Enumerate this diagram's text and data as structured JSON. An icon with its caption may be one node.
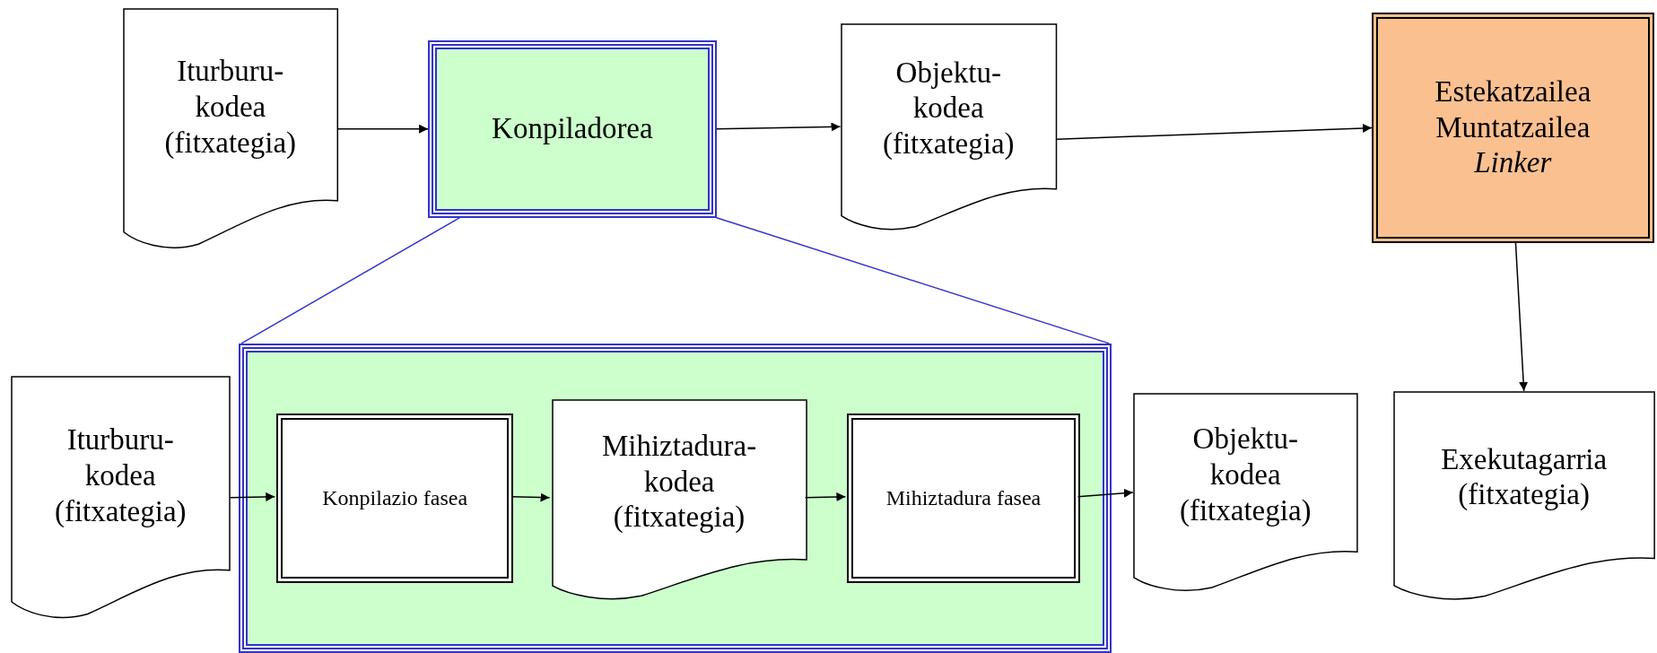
{
  "diagram": {
    "nodes": [
      {
        "text": [
          "Iturburu-kodea (fitxategia)"
        ]
      },
      {
        "text": [
          "Konpiladorea"
        ]
      },
      {
        "text": [
          "Objektu-kodea (fitxategia)"
        ]
      },
      {
        "text": [
          "Estekatzailea Muntatzailea",
          "*Linker*"
        ]
      },
      {
        "text": [
          "Iturburu-kodea (fitxategia)"
        ]
      },
      {
        "text": [],
        "shape": "box"
      },
      {
        "text": [
          "Konpilazio fasea"
        ],
        "in": 5
      },
      {
        "text": [
          "Mihiztadura-kodea (fitxategia)"
        ],
        "in": 5
      },
      {
        "text": [
          "Mihiztadura fasea"
        ],
        "in": 5
      },
      {
        "text": [
          "Objektu-kodea (fitxategia)"
        ]
      },
      {
        "text": [
          "Exekutagarria (fitxategia)"
        ]
      }
    ],
    "edges": [
      {
        "from": 0,
        "to": 1,
        "arrow": "to"
      },
      {
        "from": 1,
        "to": 2,
        "arrow": "to"
      },
      {
        "from": 2,
        "to": 3,
        "arrow": "to"
      },
      {
        "from": 3,
        "to": 10,
        "arrow": "to"
      },
      {
        "from": 1,
        "to": 5,
        "arrow": "none",
        "color": "#3333cc"
      },
      {
        "from": 1,
        "to": 5,
        "arrow": "none",
        "color": "#3333cc"
      },
      {
        "from": 4,
        "to": 6,
        "arrow": "to"
      },
      {
        "from": 6,
        "to": 7,
        "arrow": "to"
      },
      {
        "from": 7,
        "to": 8,
        "arrow": "to"
      },
      {
        "from": 8,
        "to": 9,
        "arrow": "to"
      }
    ]
  }
}
